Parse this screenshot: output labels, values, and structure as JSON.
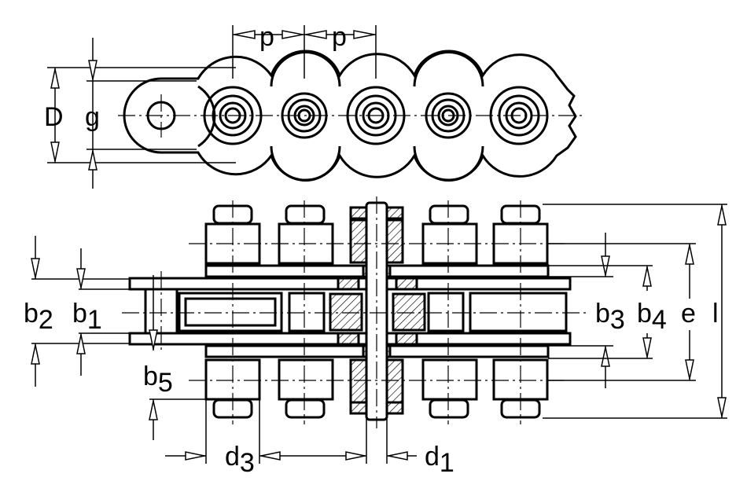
{
  "labels": {
    "p_left": "p",
    "p_right": "p",
    "D": "D",
    "g": "g",
    "b2": {
      "main": "b",
      "sub": "2"
    },
    "b1": {
      "main": "b",
      "sub": "1"
    },
    "b3": {
      "main": "b",
      "sub": "3"
    },
    "b4": {
      "main": "b",
      "sub": "4"
    },
    "b5": {
      "main": "b",
      "sub": "5"
    },
    "e": "e",
    "l": "l",
    "d3": {
      "main": "d",
      "sub": "3"
    },
    "d1": {
      "main": "d",
      "sub": "1"
    }
  }
}
